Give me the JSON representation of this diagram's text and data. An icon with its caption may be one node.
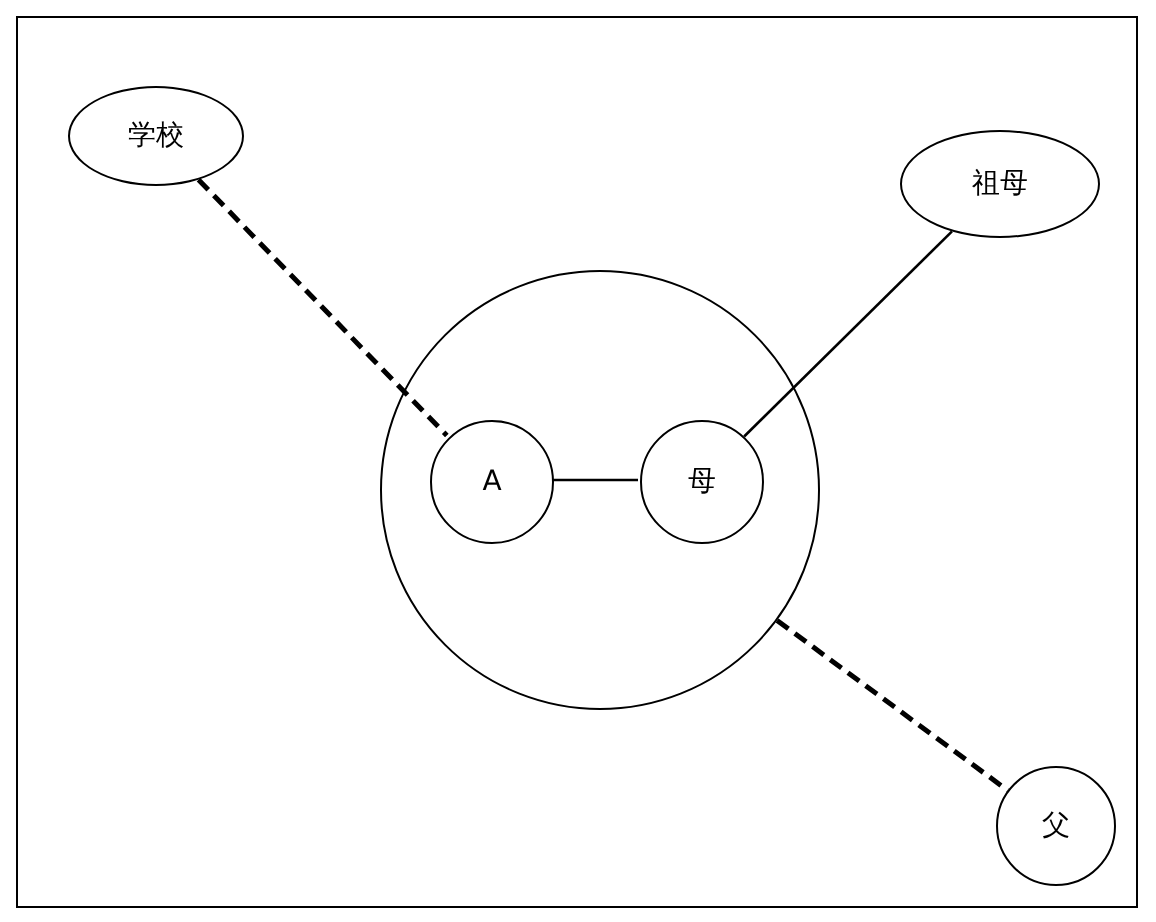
{
  "diagram": {
    "nodes": [
      {
        "text": [
          "学校"
        ]
      },
      {
        "text": [
          "祖母"
        ]
      },
      {
        "text": [],
        "shape": "circle"
      },
      {
        "text": [
          "A"
        ],
        "in": 2
      },
      {
        "text": [
          "母"
        ],
        "in": 2
      },
      {
        "text": [
          "父"
        ]
      }
    ],
    "edges": [
      {
        "from": 0,
        "to": 3,
        "arrow": "none",
        "style": "dashed"
      },
      {
        "from": 3,
        "to": 4,
        "arrow": "none"
      },
      {
        "from": 4,
        "to": 1,
        "arrow": "none"
      },
      {
        "from": 2,
        "to": 5,
        "arrow": "none",
        "style": "dashed"
      }
    ]
  }
}
